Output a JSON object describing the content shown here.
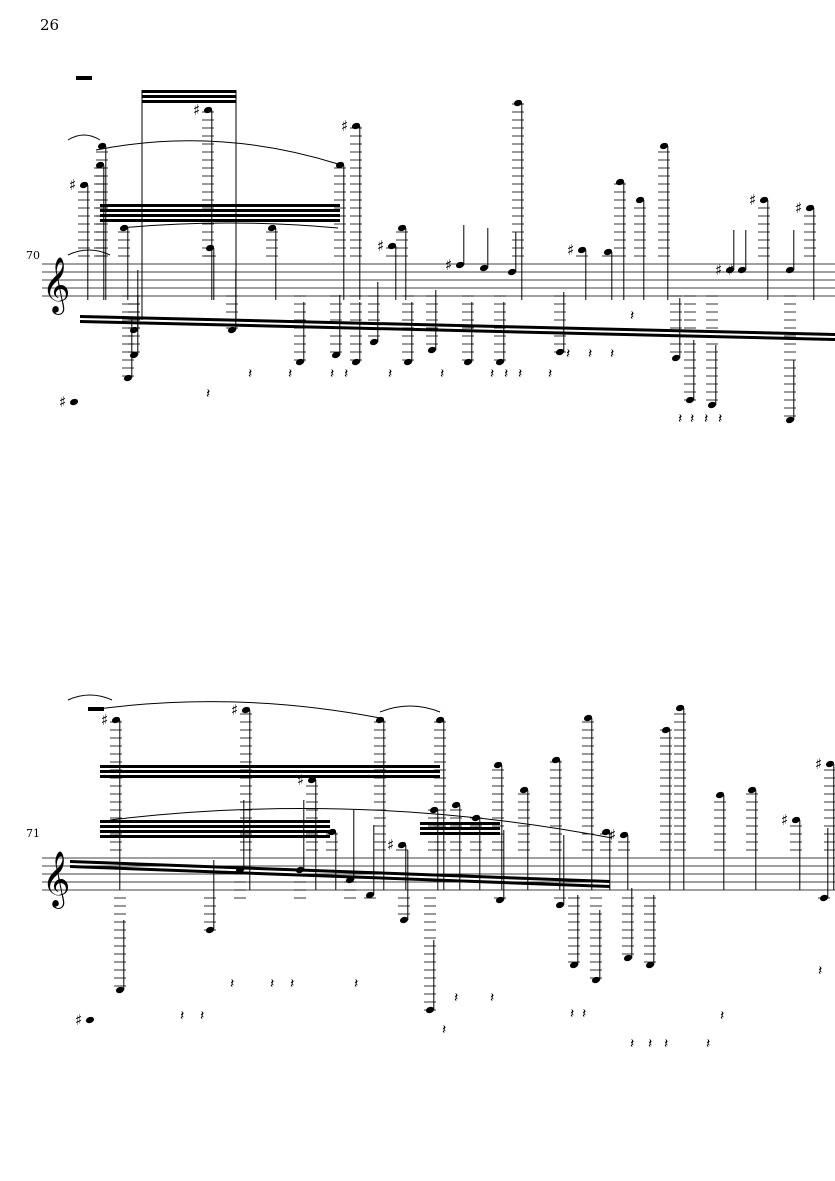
{
  "page_number": "26",
  "systems": [
    {
      "measure_number": "70",
      "clef": "treble"
    },
    {
      "measure_number": "71",
      "clef": "treble"
    }
  ],
  "colors": {
    "ink": "#000000",
    "paper": "#ffffff"
  }
}
